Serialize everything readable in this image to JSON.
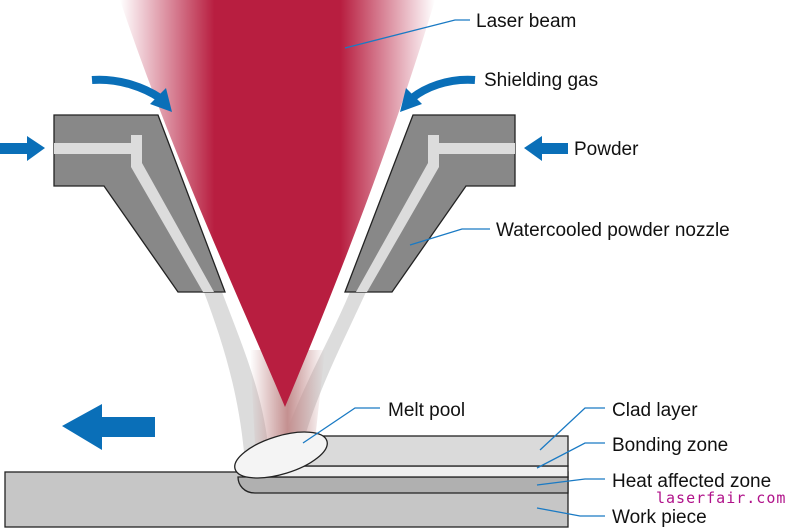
{
  "labels": {
    "laser_beam": "Laser beam",
    "shielding_gas": "Shielding gas",
    "powder": "Powder",
    "nozzle": "Watercooled powder nozzle",
    "melt_pool": "Melt pool",
    "clad_layer": "Clad layer",
    "bonding_zone": "Bonding zone",
    "heat_affected_zone": "Heat affected zone",
    "work_piece": "Work piece"
  },
  "watermark": "laserfair.com",
  "colors": {
    "beam": "#b81e40",
    "arrow": "#0a6fb8",
    "nozzle": "#888888",
    "powder_stream": "#dcdcdc",
    "clad": "#dadada",
    "bonding": "#efefef",
    "haz": "#b0b0b0",
    "workpiece": "#c6c6c6",
    "melt_pool": "#f4f4f4"
  }
}
